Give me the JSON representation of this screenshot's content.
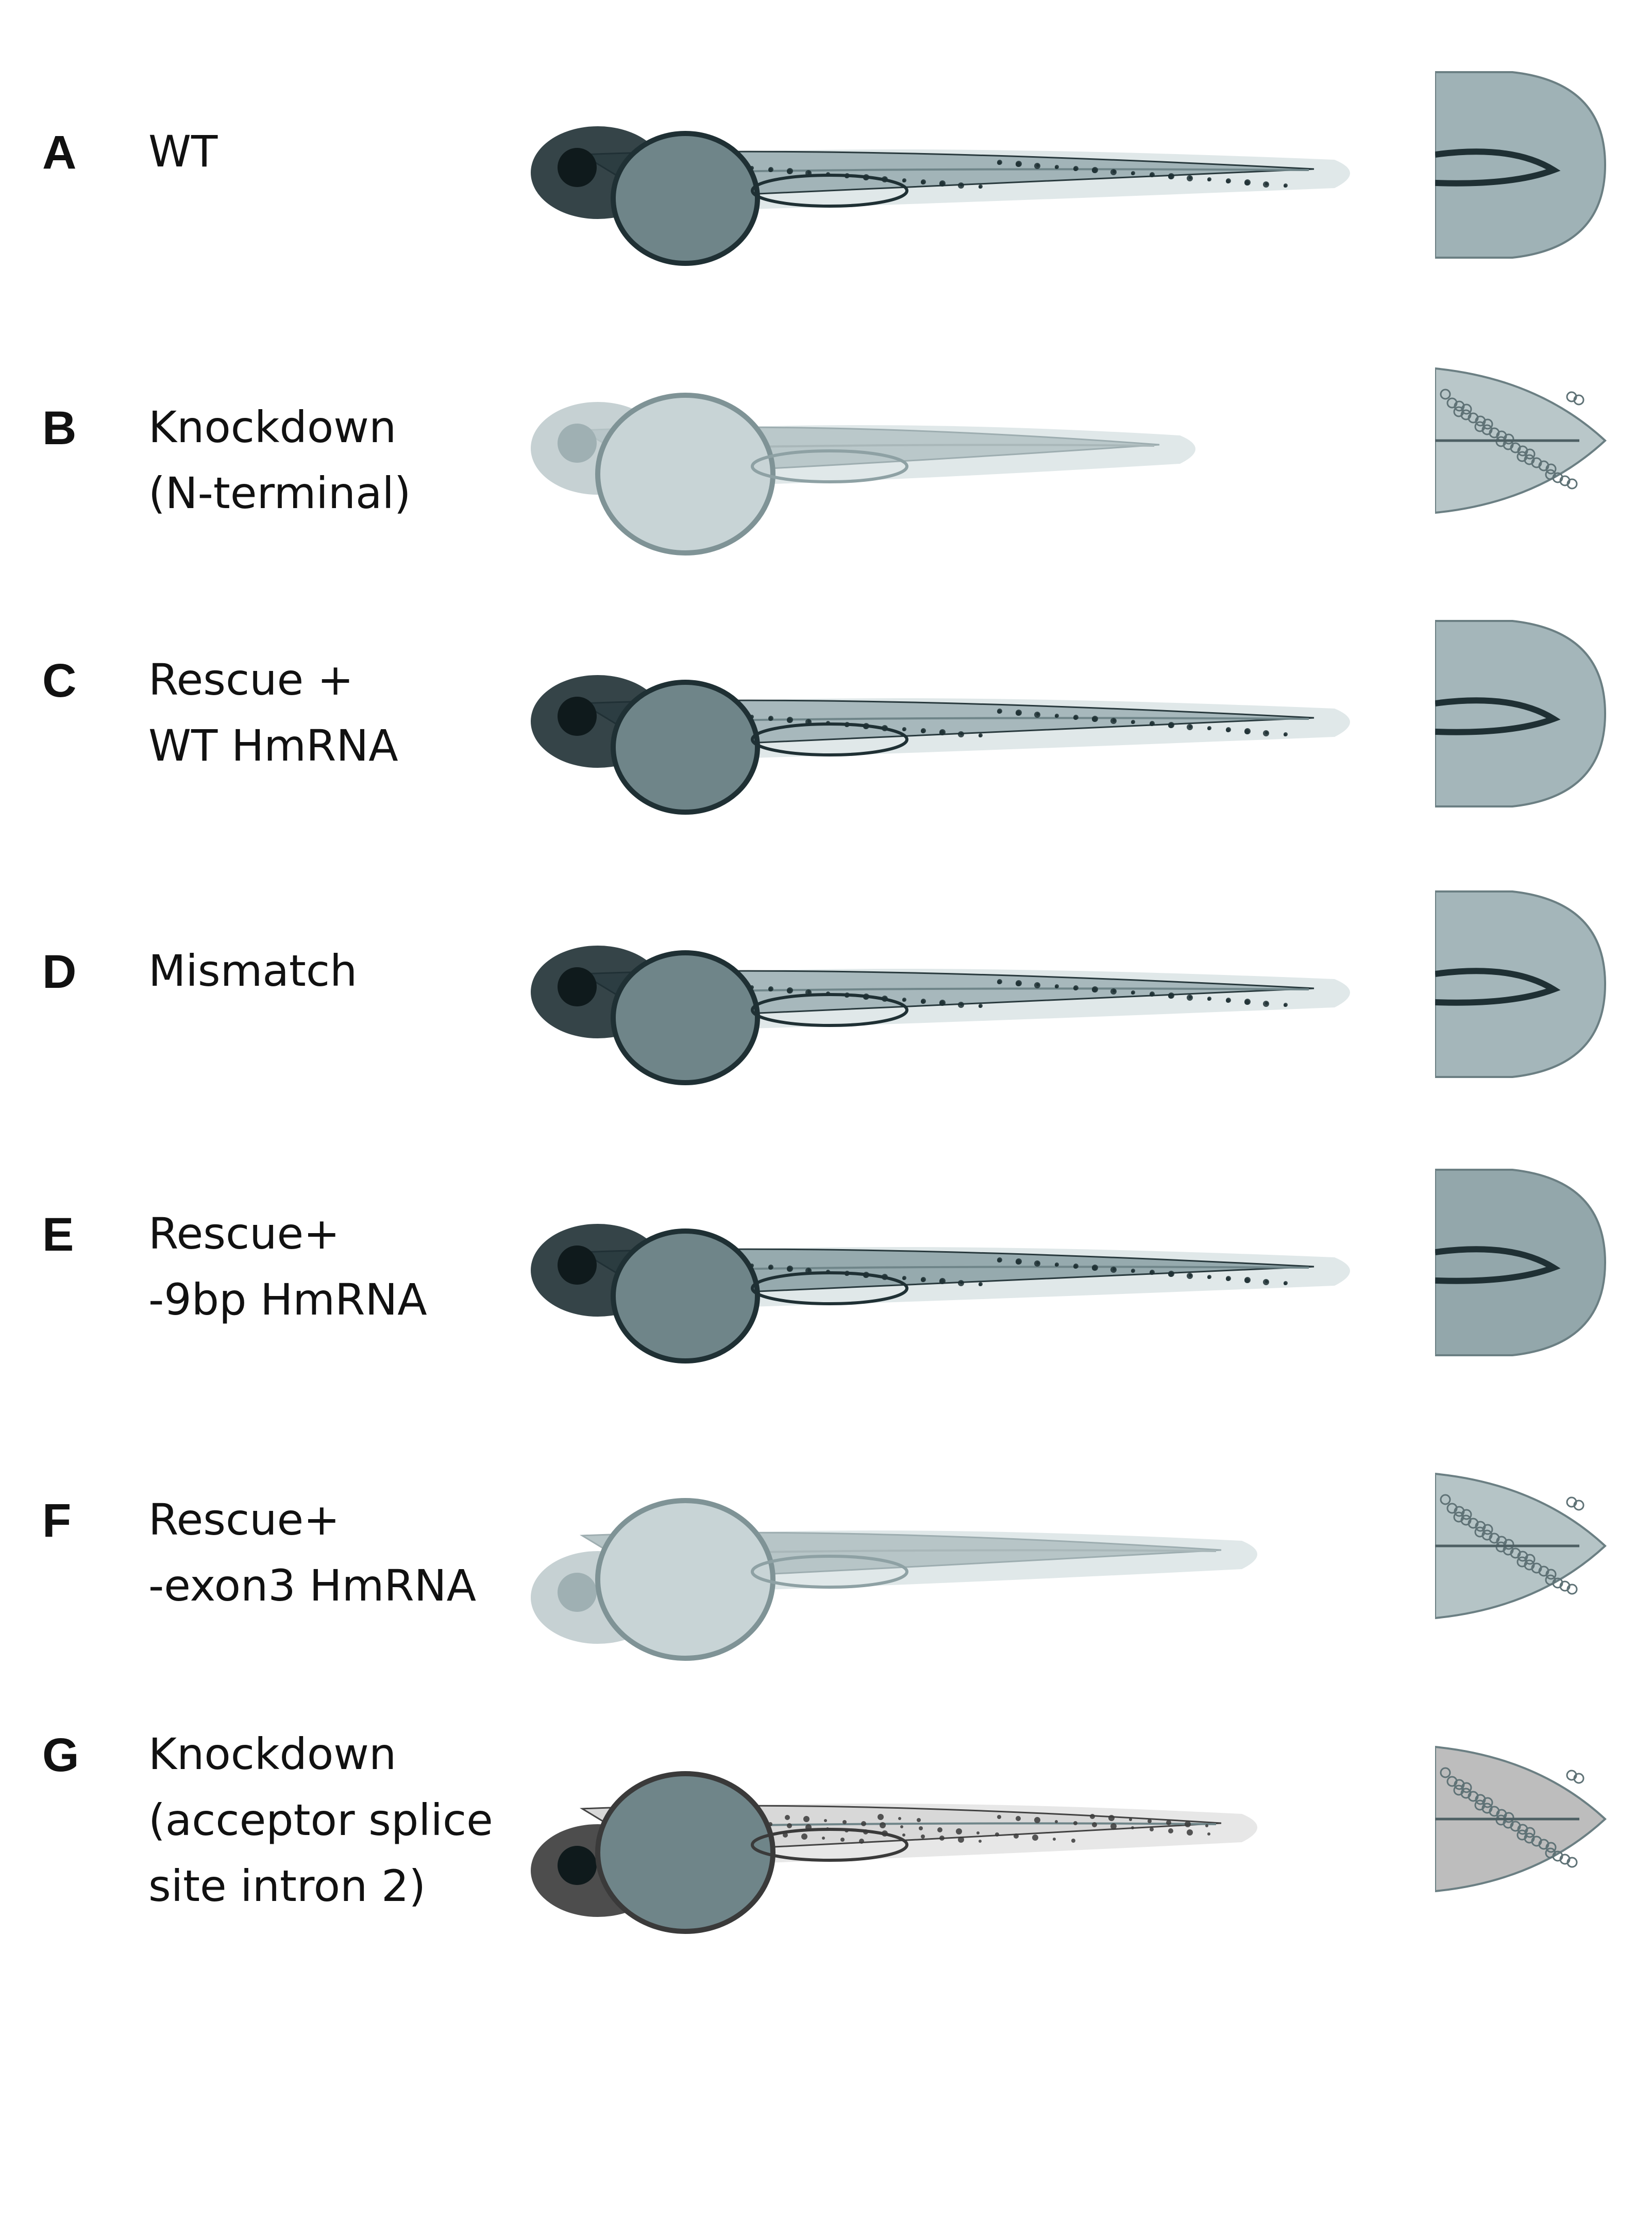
{
  "panels": [
    {
      "letter": "A",
      "lines": [
        "WT"
      ],
      "pigment": "dark",
      "shape": "normal",
      "tail": "round",
      "tint": "#9fb2b6"
    },
    {
      "letter": "B",
      "lines": [
        "Knockdown",
        "(N-terminal)"
      ],
      "pigment": "none",
      "shape": "short",
      "tail": "pointed",
      "tint": "#b9c7c9"
    },
    {
      "letter": "C",
      "lines": [
        "Rescue +",
        "WT HmRNA"
      ],
      "pigment": "dark",
      "shape": "normal",
      "tail": "round",
      "tint": "#a4b6ba"
    },
    {
      "letter": "D",
      "lines": [
        "Mismatch"
      ],
      "pigment": "dark",
      "shape": "normal",
      "tail": "round",
      "tint": "#a4b6ba"
    },
    {
      "letter": "E",
      "lines": [
        "Rescue+",
        "-9bp HmRNA"
      ],
      "pigment": "dark",
      "shape": "normal",
      "tail": "round",
      "tint": "#93a7ab"
    },
    {
      "letter": "F",
      "lines": [
        "Rescue+",
        "-exon3 HmRNA"
      ],
      "pigment": "none",
      "shape": "curved",
      "tail": "pointed",
      "tint": "#b5c4c6"
    },
    {
      "letter": "G",
      "lines": [
        "Knockdown",
        "(acceptor splice",
        "site intron 2)"
      ],
      "pigment": "grey",
      "shape": "curved",
      "tail": "pointed",
      "tint": "#c9c9c9"
    }
  ],
  "colors": {
    "background": "#ffffff",
    "text": "#111111",
    "dark_tissue": "#1f3034",
    "mid_tissue": "#6f8589",
    "light_tissue": "#c8d4d6",
    "grey_tissue": "#3a3a3a"
  }
}
